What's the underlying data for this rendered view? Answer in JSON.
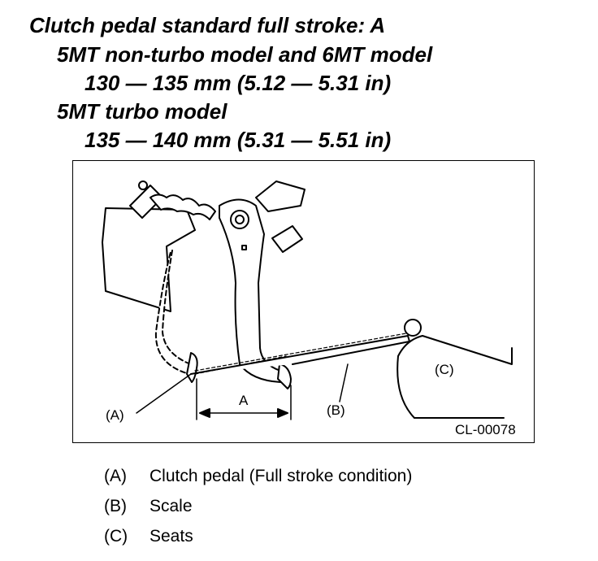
{
  "spec": {
    "title": "Clutch pedal standard full stroke: A",
    "model_1": "5MT non-turbo model and 6MT model",
    "model_1_value": "130 — 135 mm (5.12 — 5.31 in)",
    "model_2": "5MT turbo model",
    "model_2_value": "135 — 140 mm (5.31 — 5.51 in)"
  },
  "figure": {
    "label_a": "(A)",
    "label_b": "(B)",
    "label_c": "(C)",
    "dimension": "A",
    "code": "CL-00078"
  },
  "legend": [
    {
      "key": "(A)",
      "text": "Clutch pedal (Full stroke condition)"
    },
    {
      "key": "(B)",
      "text": "Scale"
    },
    {
      "key": "(C)",
      "text": "Seats"
    }
  ]
}
